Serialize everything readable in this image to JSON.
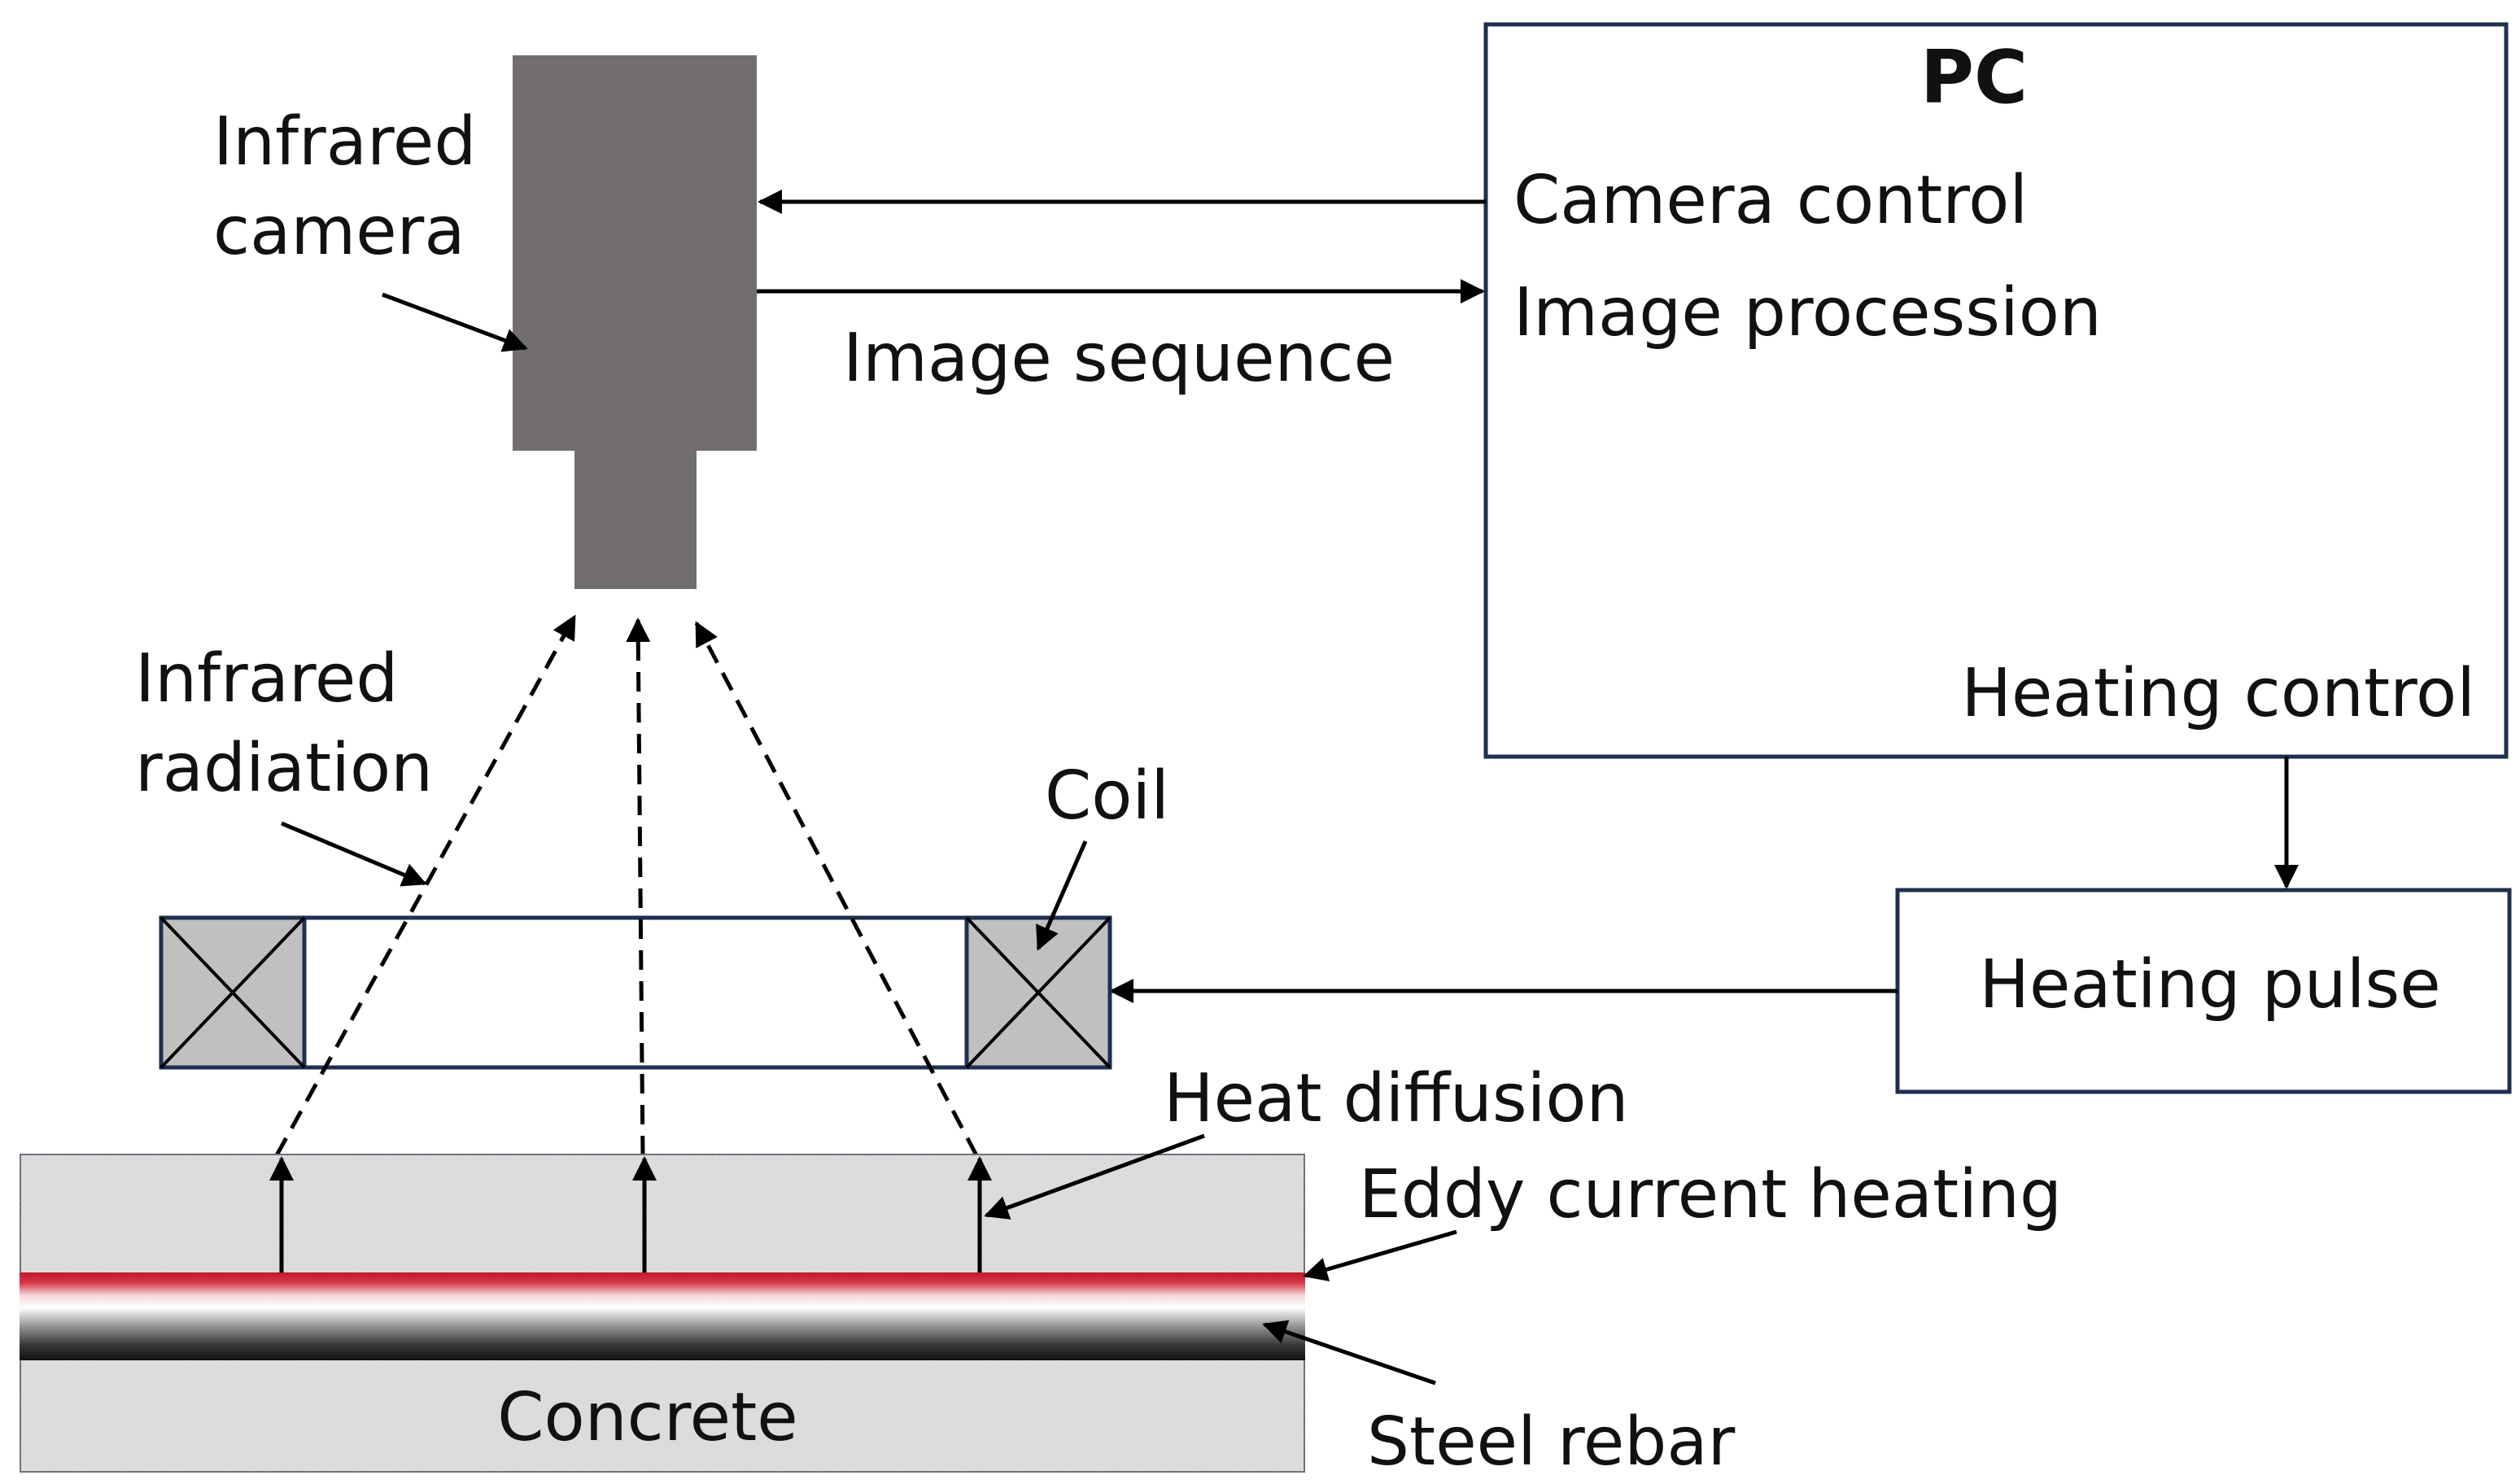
{
  "camera": {
    "label_line1": "Infrared",
    "label_line2": "camera"
  },
  "pc": {
    "title": "PC",
    "camera_control": "Camera control",
    "image_procession": "Image procession",
    "heating_control": "Heating control"
  },
  "image_sequence": "Image sequence",
  "radiation": {
    "label_line1": "Infrared",
    "label_line2": "radiation"
  },
  "coil": "Coil",
  "heating_pulse": "Heating pulse",
  "heat_diffusion": "Heat diffusion",
  "eddy_current_heating": "Eddy current heating",
  "concrete": "Concrete",
  "steel_rebar": "Steel rebar",
  "colors": {
    "camera": "#736e6e",
    "coil_fill": "#c0c0c0",
    "box_stroke": "#1f2f4f",
    "concrete": "#e4e4e4",
    "rebar_hot": "#c0182a",
    "rebar_steel": "#111111"
  }
}
